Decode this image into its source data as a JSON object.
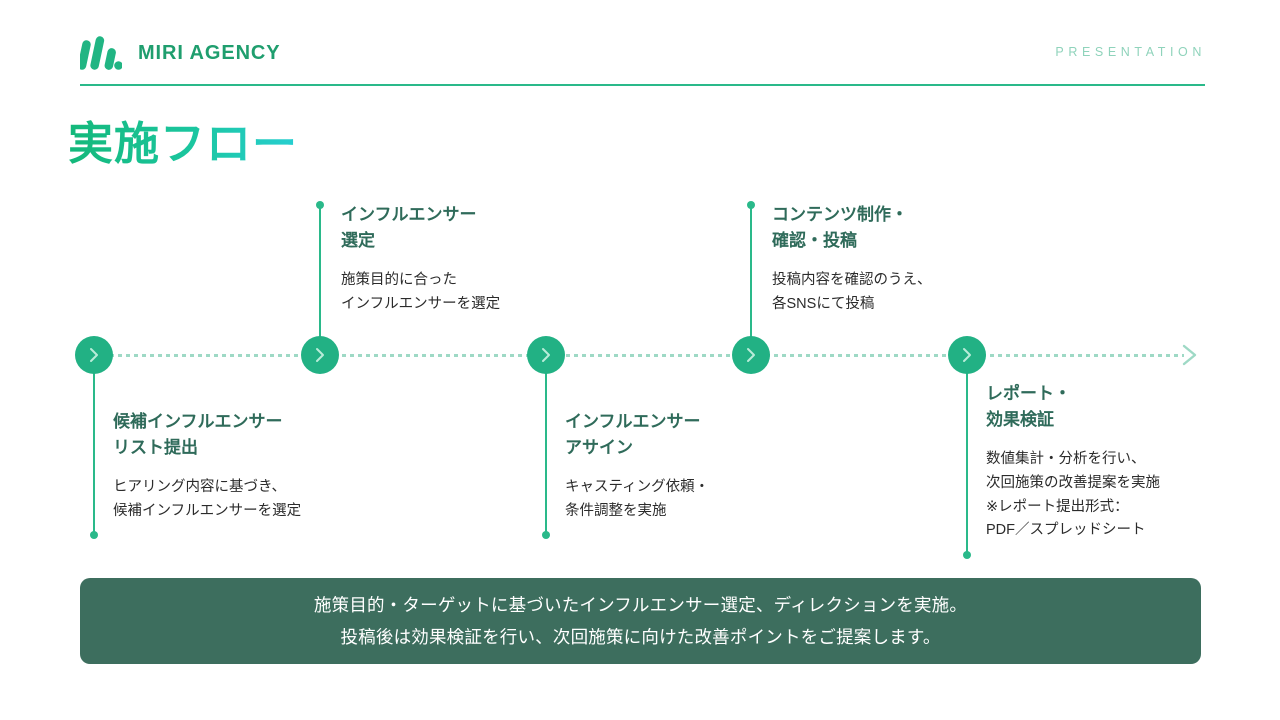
{
  "header": {
    "logo_text": "MIRI AGENCY",
    "logo_icon": "miri-m-logo",
    "tag": "PRESENTATION",
    "accent_color": "#2ab98a",
    "tag_color": "#8fd3bb"
  },
  "title": {
    "text": "実施フロー",
    "gradient_from": "#14b87a",
    "gradient_to": "#27cfd2"
  },
  "timeline": {
    "node_icon": "chevron-right-icon",
    "node_color": "#22b184",
    "line_color": "#9ed9c5",
    "end_arrow_icon": "chevron-right-icon",
    "steps": [
      {
        "index": "1",
        "position": "below",
        "heading": "候補インフルエンサー\nリスト提出",
        "body": "ヒアリング内容に基づき、\n候補インフルエンサーを選定"
      },
      {
        "index": "2",
        "position": "above",
        "heading": "インフルエンサー\n選定",
        "body": "施策目的に合った\nインフルエンサーを選定"
      },
      {
        "index": "3",
        "position": "below",
        "heading": "インフルエンサー\nアサイン",
        "body": "キャスティング依頼・\n条件調整を実施"
      },
      {
        "index": "4",
        "position": "above",
        "heading": "コンテンツ制作・\n確認・投稿",
        "body": "投稿内容を確認のうえ、\n各SNSにて投稿"
      },
      {
        "index": "5",
        "position": "below",
        "heading": "レポート・\n効果検証",
        "body": "数値集計・分析を行い、\n次回施策の改善提案を実施\n※レポート提出形式：\nPDF／スプレッドシート"
      }
    ]
  },
  "banner": {
    "background_color": "#3d6e5e",
    "line1": "施策目的・ターゲットに基づいたインフルエンサー選定、ディレクションを実施。",
    "line2": "投稿後は効果検証を行い、次回施策に向けた改善ポイントをご提案します。"
  }
}
